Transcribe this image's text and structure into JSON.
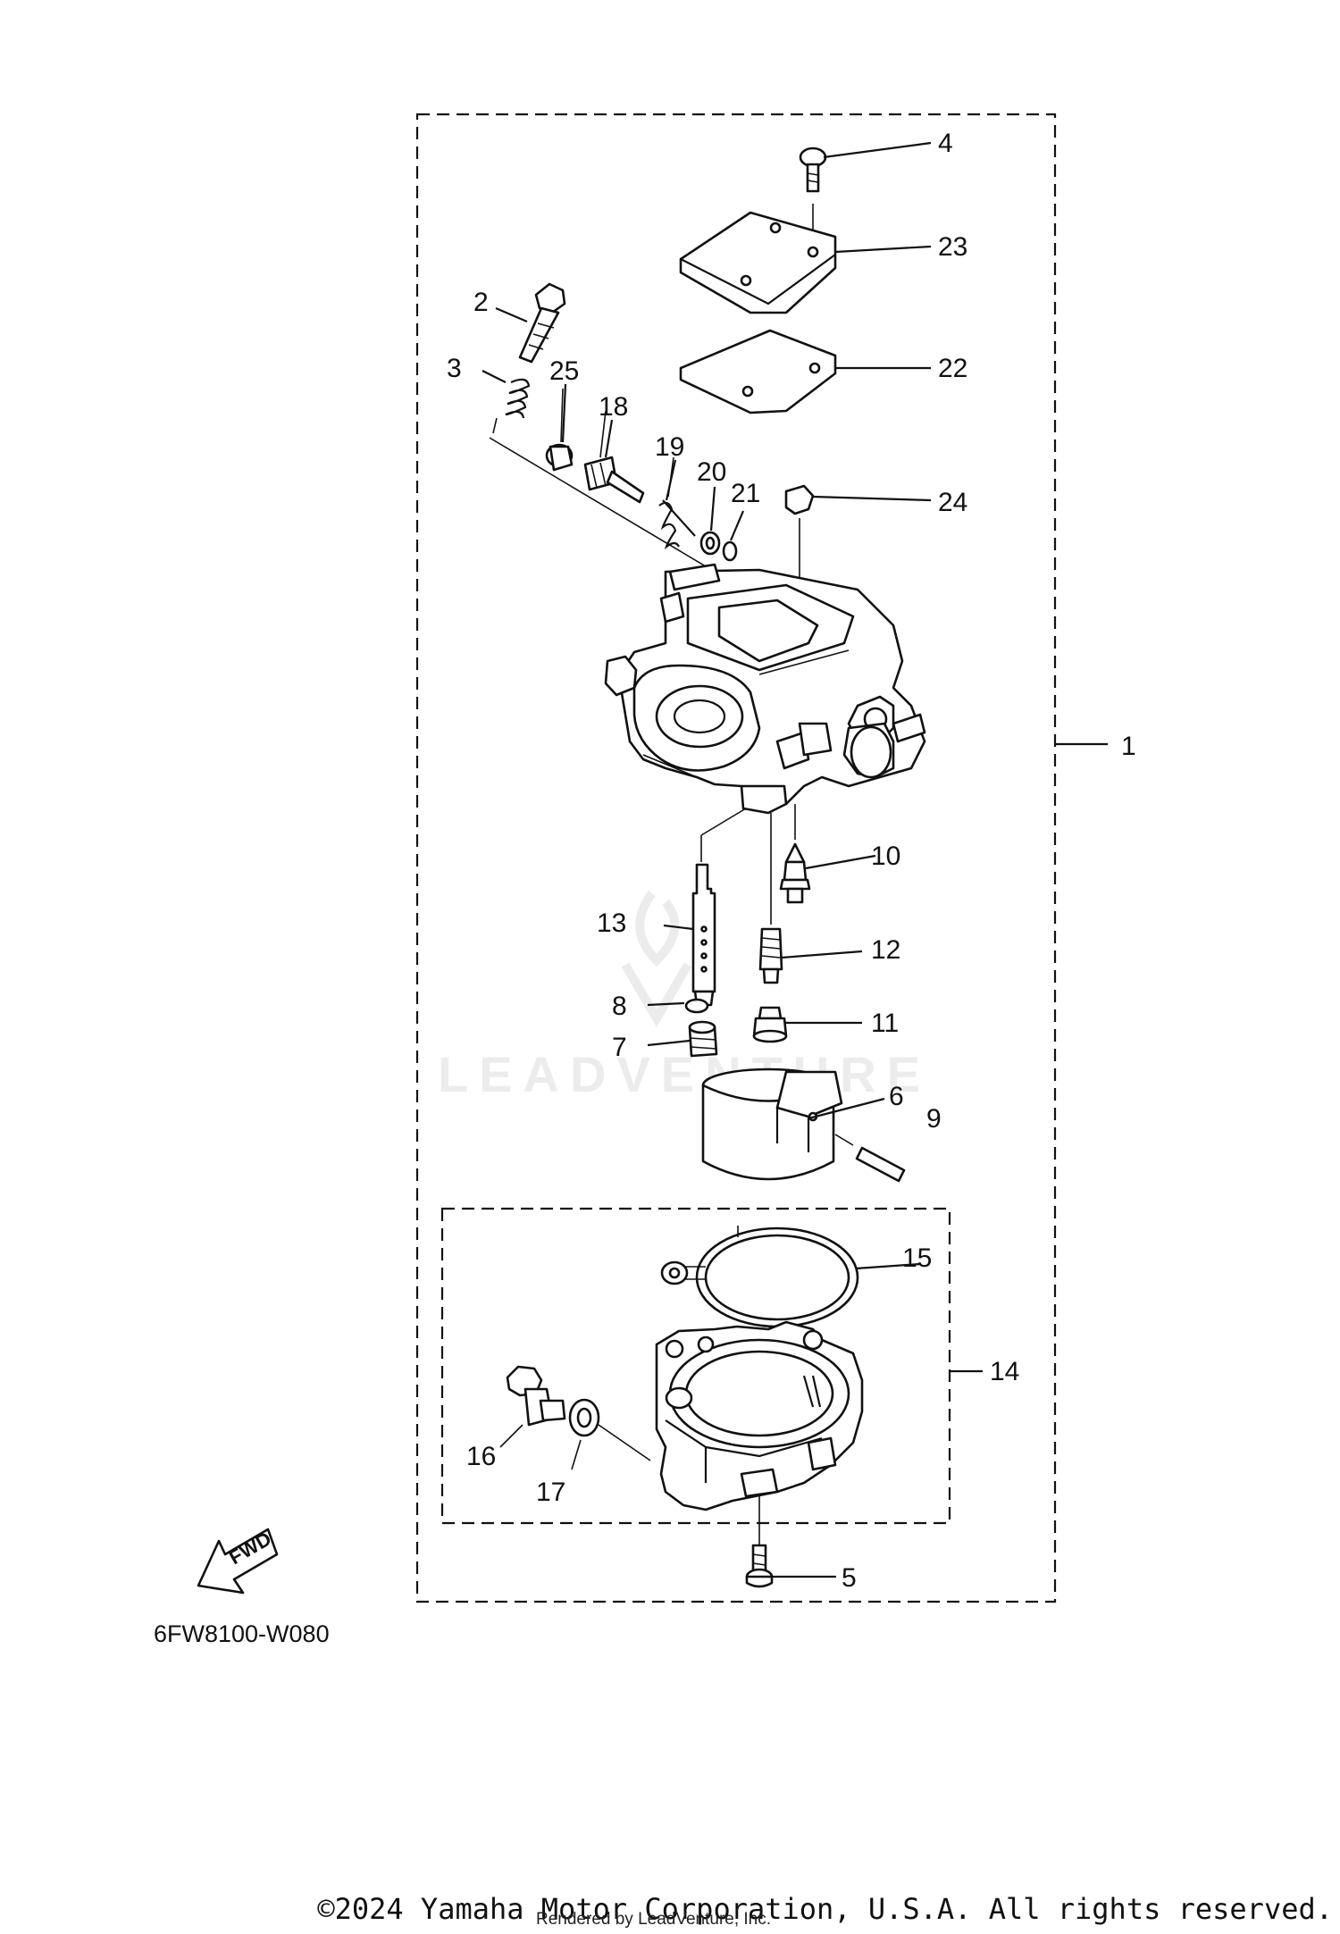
{
  "diagram": {
    "callouts": {
      "c1": "1",
      "c2": "2",
      "c3": "3",
      "c4": "4",
      "c5": "5",
      "c6": "6",
      "c7": "7",
      "c8": "8",
      "c9": "9",
      "c10": "10",
      "c11": "11",
      "c12": "12",
      "c13": "13",
      "c14": "14",
      "c15": "15",
      "c16": "16",
      "c17": "17",
      "c18": "18",
      "c19": "19",
      "c20": "20",
      "c21": "21",
      "c22": "22",
      "c23": "23",
      "c24": "24",
      "c25": "25"
    },
    "diagram_code": "6FW8100-W080",
    "fwd_label": "FWD",
    "watermark": "LEADVENTURE"
  },
  "footer": {
    "copyright": "©2024 Yamaha Motor Corporation, U.S.A. All rights reserved.",
    "rendered_by": "Rendered by LeadVenture, Inc."
  }
}
